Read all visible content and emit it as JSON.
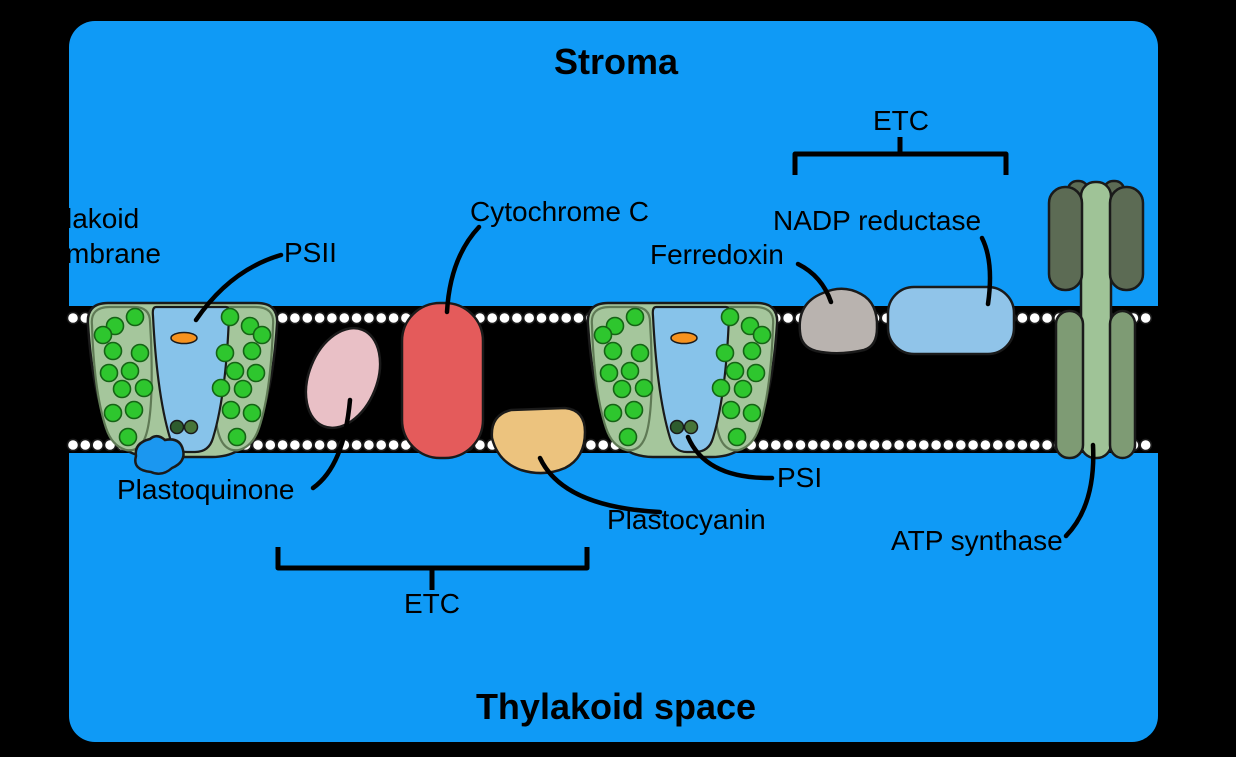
{
  "diagram": {
    "region_top": "Stroma",
    "region_bottom": "Thylakoid space",
    "labels": {
      "membrane_line1": "lakoid",
      "membrane_line2": "mbrane",
      "psii": "PSII",
      "cytochrome_c": "Cytochrome C",
      "plastoquinone": "Plastoquinone",
      "plastocyanin": "Plastocyanin",
      "psi": "PSI",
      "ferredoxin": "Ferredoxin",
      "nadp_reductase": "NADP reductase",
      "atp_synthase": "ATP synthase",
      "etc_top": "ETC",
      "etc_bottom": "ETC"
    }
  },
  "colors": {
    "bg_blue": "#0F9AF6",
    "membrane_black": "#000000",
    "lipid_white": "#FFFFFF",
    "ps_body_green": "#A5C69C",
    "lobe_outline": "#5F7A55",
    "chlorophyll_green": "#2EC62E",
    "chlorophyll_outline": "#156415",
    "channel_blue": "#87C3EA",
    "pigment_orange": "#F6921E",
    "dark_pigment_a": "#2E5C2E",
    "dark_pigment_b": "#477539",
    "cytochrome_red": "#E45B5B",
    "plastoquinone_pink": "#E9C0C6",
    "plastocyanin_tan": "#ECC37E",
    "ferredoxin_gray": "#B9B3AF",
    "nadp_blue": "#90C4E9",
    "atp_dark": "#5C6B54",
    "atp_mid": "#7E9B74",
    "atp_light": "#9FC397",
    "pq_blob_blue": "#1B97F0",
    "outline_dark": "#1A1A1A",
    "label_black": "#000000"
  }
}
